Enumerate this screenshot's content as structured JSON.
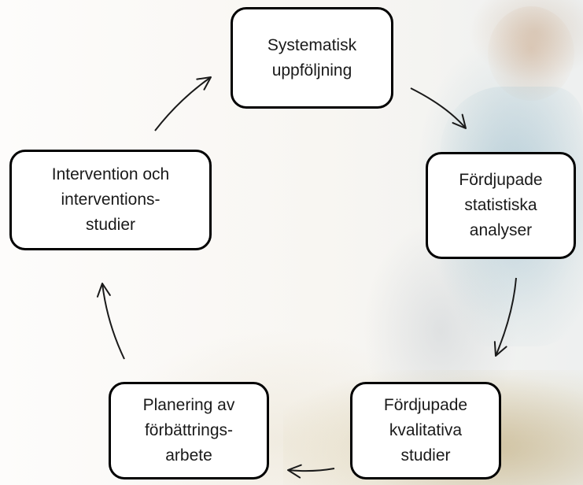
{
  "diagram": {
    "nodes": [
      {
        "id": "systematisk",
        "label": "Systematisk\nuppföljning"
      },
      {
        "id": "statistiska",
        "label": "Fördjupade\nstatistiska\nanalyser"
      },
      {
        "id": "kvalitativa",
        "label": "Fördjupade\nkvalitativa\nstudier"
      },
      {
        "id": "planering",
        "label": "Planering av\nförbättrings-\narbete"
      },
      {
        "id": "intervention",
        "label": "Intervention och\ninterventions-\nstudier"
      }
    ],
    "edges": [
      {
        "from": "systematisk",
        "to": "statistiska"
      },
      {
        "from": "statistiska",
        "to": "kvalitativa"
      },
      {
        "from": "kvalitativa",
        "to": "planering"
      },
      {
        "from": "planering",
        "to": "intervention"
      },
      {
        "from": "intervention",
        "to": "systematisk"
      }
    ],
    "colors": {
      "box_border": "#000000",
      "box_fill": "#ffffff",
      "arrow": "#1a1a1a",
      "text": "#1a1a1a"
    }
  }
}
